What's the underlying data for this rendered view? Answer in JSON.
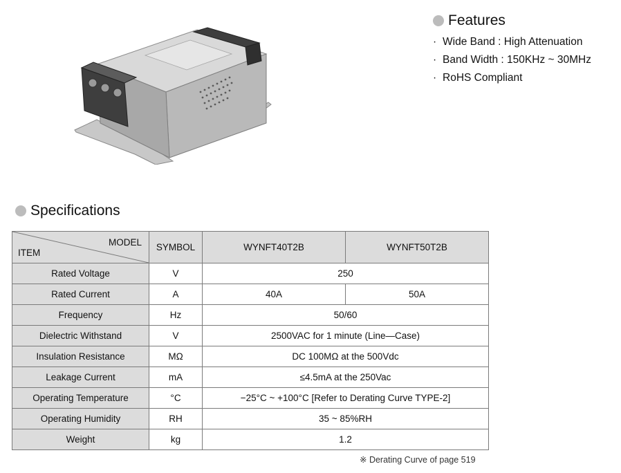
{
  "features": {
    "heading": "Features",
    "items": [
      "Wide Band : High Attenuation",
      "Band Width : 150KHz ~ 30MHz",
      "RoHS Compliant"
    ]
  },
  "specifications": {
    "heading": "Specifications",
    "header": {
      "model_label": "MODEL",
      "item_label": "ITEM",
      "symbol": "SYMBOL",
      "models": [
        "WYNFT40T2B",
        "WYNFT50T2B"
      ]
    },
    "rows": [
      {
        "item": "Rated Voltage",
        "symbol": "V",
        "value": "250"
      },
      {
        "item": "Rated Current",
        "symbol": "A",
        "values": [
          "40A",
          "50A"
        ]
      },
      {
        "item": "Frequency",
        "symbol": "Hz",
        "value": "50/60"
      },
      {
        "item": "Dielectric Withstand",
        "symbol": "V",
        "value": "2500VAC for 1 minute (Line—Case)"
      },
      {
        "item": "Insulation Resistance",
        "symbol": "MΩ",
        "value": "DC 100MΩ at the 500Vdc"
      },
      {
        "item": "Leakage Current",
        "symbol": "mA",
        "value": "≤4.5mA at the 250Vac"
      },
      {
        "item": "Operating Temperature",
        "symbol": "°C",
        "value": "−25°C ~ +100°C [Refer to Derating Curve TYPE-2]"
      },
      {
        "item": "Operating Humidity",
        "symbol": "RH",
        "value": "35 ~ 85%RH"
      },
      {
        "item": "Weight",
        "symbol": "kg",
        "value": "1.2"
      }
    ],
    "note": "※ Derating Curve of page 519"
  },
  "colors": {
    "header_bg": "#dcdcdc",
    "bullet": "#bcbcbc",
    "border": "#7a7a7a"
  }
}
